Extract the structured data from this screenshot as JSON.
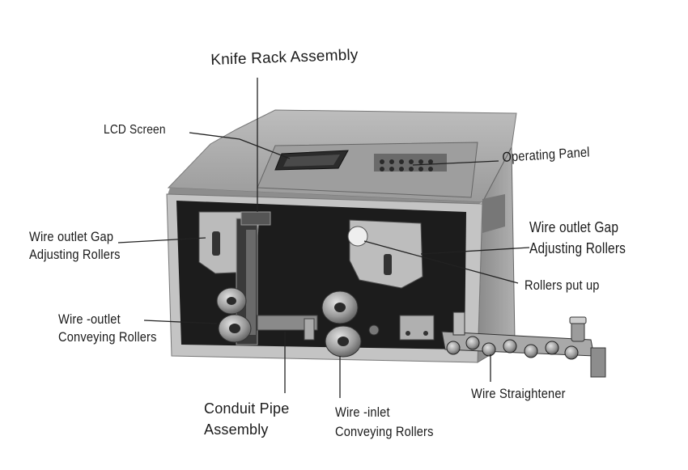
{
  "labels": {
    "knife_rack": "Knife Rack Assembly",
    "lcd_screen": "LCD Screen",
    "operating_panel": "Operating Panel",
    "outlet_gap_left": [
      "Wire outlet Gap",
      "Adjusting Rollers"
    ],
    "outlet_gap_right": [
      "Wire outlet Gap",
      "Adjusting Rollers"
    ],
    "rollers_put_up": "Rollers put up",
    "outlet_conveying": [
      "Wire -outlet",
      "Conveying Rollers"
    ],
    "conduit_pipe": [
      "Conduit Pipe",
      "Assembly"
    ],
    "inlet_conveying": [
      "Wire -inlet",
      "Conveying Rollers"
    ],
    "wire_straightener": "Wire Straightener"
  },
  "colors": {
    "paper": "#ffffff",
    "ink": "#1b1b1b",
    "case_light": "#c9c9c9",
    "case_mid": "#a8a8a8",
    "case_dark": "#6f6f6f",
    "face_panel": "#1c1c1c",
    "metal": "#b5b5b5"
  }
}
